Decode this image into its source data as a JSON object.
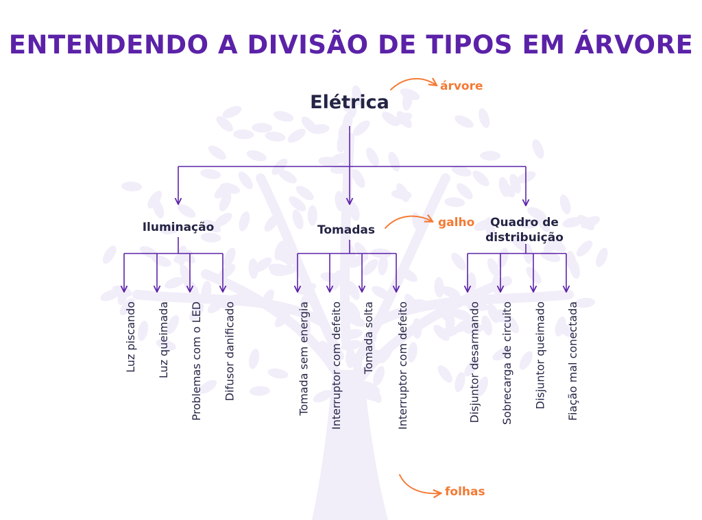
{
  "title": "ENTENDENDO A DIVISÃO DE TIPOS EM ÁRVORE",
  "root": "Elétrica",
  "branches": [
    {
      "label": "Iluminação",
      "leaves": [
        "Luz piscando",
        "Luz queimada",
        "Problemas com o LED",
        "Difusor danificado"
      ]
    },
    {
      "label": "Tomadas",
      "leaves": [
        "Tomada sem energia",
        "Interruptor com defeito",
        "Tomada solta",
        "Interruptor com defeito"
      ]
    },
    {
      "label": "Quadro de distribuição",
      "leaves": [
        "Disjuntor desarmando",
        "Sobrecarga de circuito",
        "Disjuntor queimado",
        "Fiação mal conectada"
      ]
    }
  ],
  "annotations": {
    "arvore": "árvore",
    "galho": "galho",
    "folhas": "folhas"
  },
  "colors": {
    "title": "#5b22a8",
    "text": "#242445",
    "line": "#5b22a8",
    "accent": "#f47a34",
    "tree": "#f1edf9"
  }
}
